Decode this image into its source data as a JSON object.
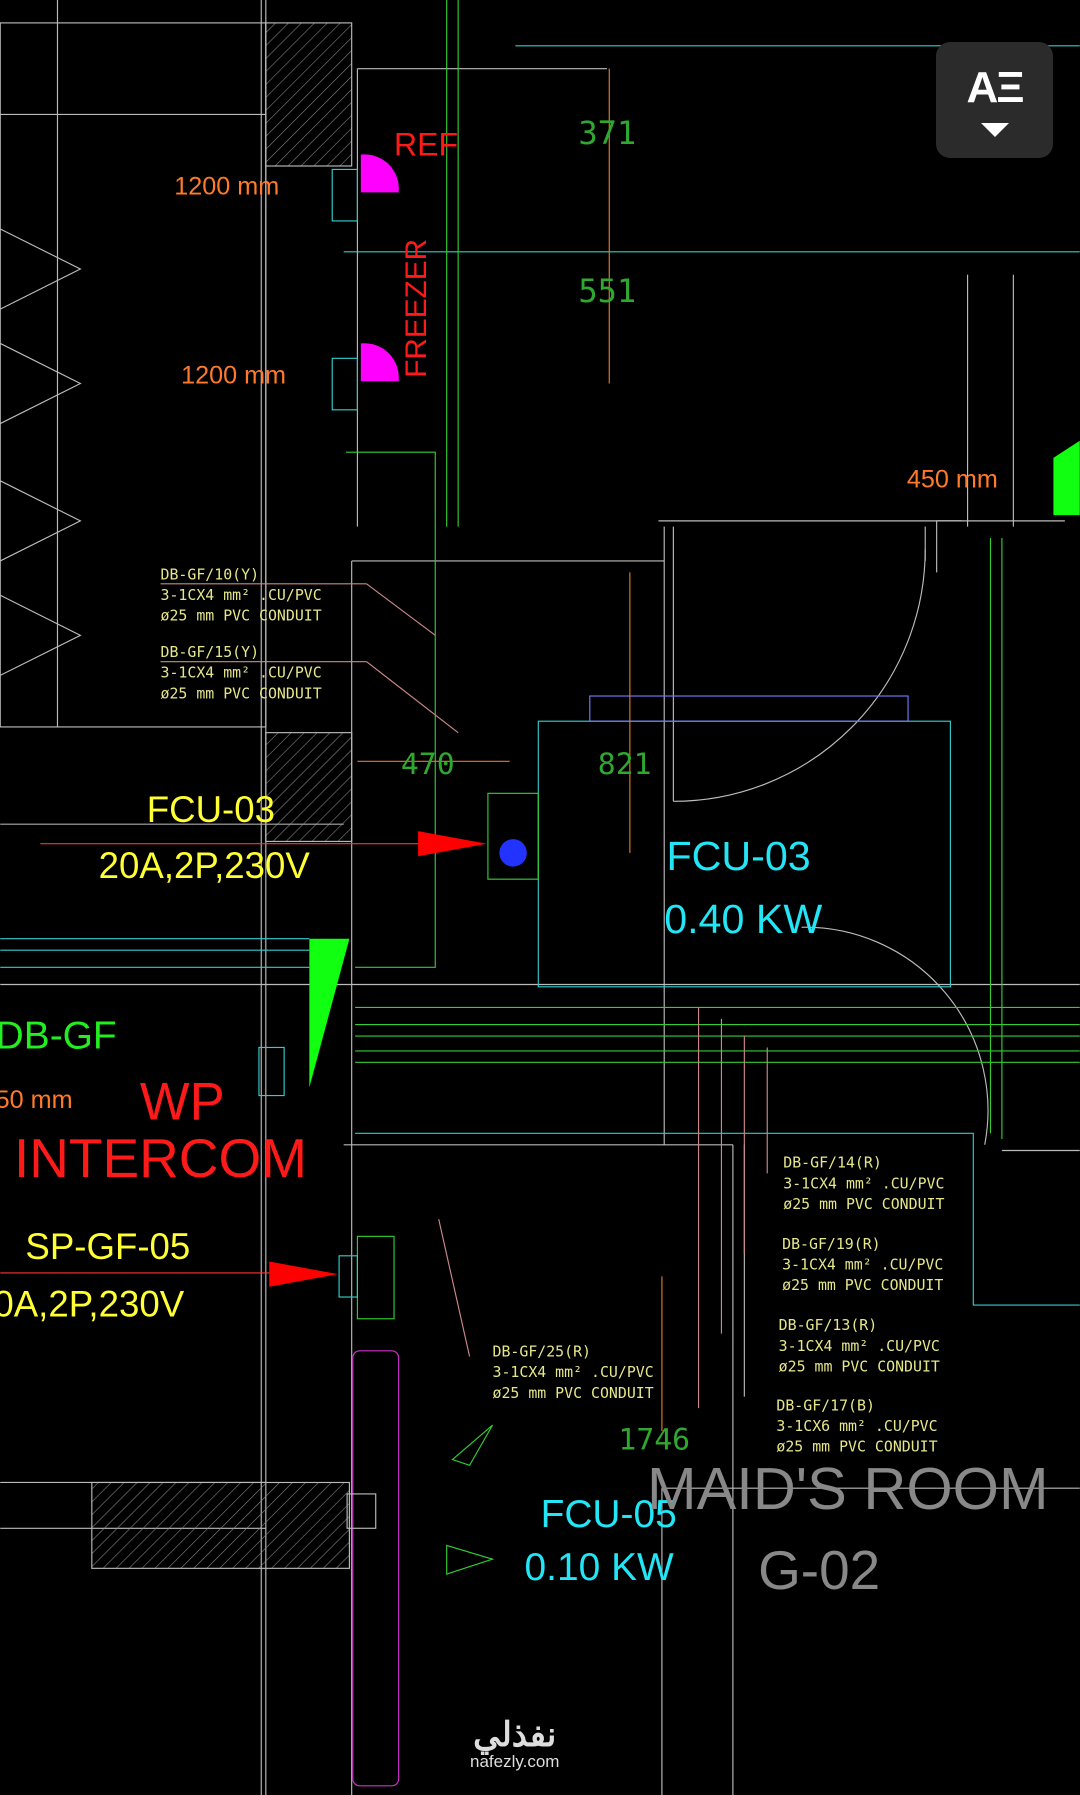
{
  "reader_button": {
    "label": "AΞ",
    "icon": "reader-mode-icon"
  },
  "labels": {
    "ref": "REF",
    "freezer": "FREEZER",
    "h1": "1200 mm",
    "h2": "1200 mm",
    "h3": "450 mm",
    "h4": "50 mm",
    "dim_371": "371",
    "dim_551": "551",
    "dim_470": "470",
    "dim_821": "821",
    "dim_1746": "1746",
    "fcu03_left": "FCU-03",
    "fcu03_left_spec": "20A,2P,230V",
    "fcu03": "FCU-03",
    "fcu03_kw": "0.40 KW",
    "db_gf": "DB-GF",
    "wp": "WP",
    "intercom": "INTERCOM",
    "sp": "SP-GF-05",
    "sp_spec": "0A,2P,230V",
    "fcu05": "FCU-05",
    "fcu05_kw": "0.10 KW",
    "room": "MAID'S ROOM",
    "room_no": "G-02"
  },
  "circuits": [
    {
      "id": "DB-GF/10(Y)",
      "cable": "3-1CX4 mm² .CU/PVC",
      "conduit": "ø25 mm PVC CONDUIT"
    },
    {
      "id": "DB-GF/15(Y)",
      "cable": "3-1CX4 mm² .CU/PVC",
      "conduit": "ø25 mm PVC CONDUIT"
    },
    {
      "id": "DB-GF/14(R)",
      "cable": "3-1CX4 mm² .CU/PVC",
      "conduit": "ø25 mm PVC CONDUIT"
    },
    {
      "id": "DB-GF/19(R)",
      "cable": "3-1CX4 mm² .CU/PVC",
      "conduit": "ø25 mm PVC CONDUIT"
    },
    {
      "id": "DB-GF/13(R)",
      "cable": "3-1CX4 mm² .CU/PVC",
      "conduit": "ø25 mm PVC CONDUIT"
    },
    {
      "id": "DB-GF/17(B)",
      "cable": "3-1CX6 mm² .CU/PVC",
      "conduit": "ø25 mm PVC CONDUIT"
    },
    {
      "id": "DB-GF/25(R)",
      "cable": "3-1CX4 mm² .CU/PVC",
      "conduit": "ø25 mm PVC CONDUIT"
    }
  ],
  "watermark": {
    "arabic": "نفذلي",
    "latin": "nafezly.com"
  },
  "colors": {
    "red": "#ff1a1a",
    "yellow": "#ffff33",
    "cyan": "#22e5f5",
    "green": "#22ff22",
    "orange": "#ff7a2a",
    "dim": "#2fa82f",
    "note": "#e6e68a",
    "grey": "#888888"
  }
}
